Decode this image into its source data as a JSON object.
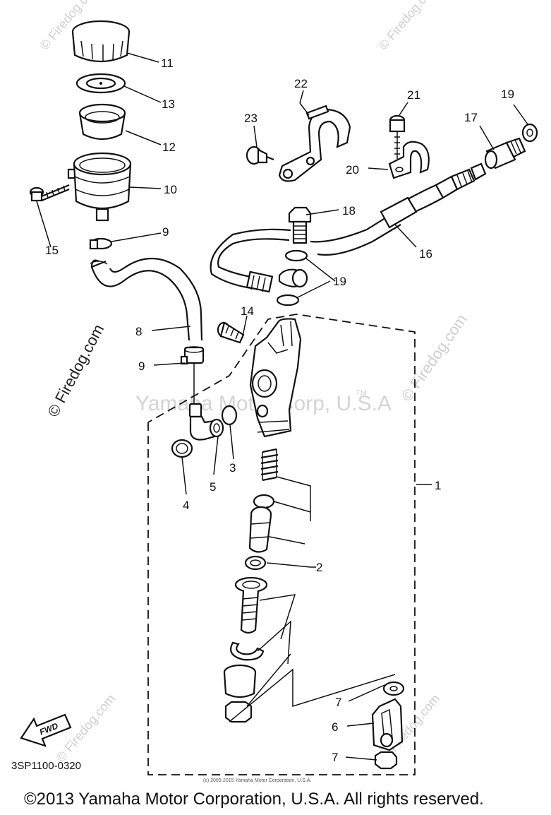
{
  "watermarks": {
    "center": "Yamaha Motor Corp, U.S.A",
    "tm": "TM",
    "corner": "© Firedog.com"
  },
  "labels": {
    "p1": "1",
    "p2": "2",
    "p3": "3",
    "p4": "4",
    "p5": "5",
    "p6": "6",
    "p7a": "7",
    "p7b": "7",
    "p8": "8",
    "p9a": "9",
    "p9b": "9",
    "p10": "10",
    "p11": "11",
    "p12": "12",
    "p13": "13",
    "p14": "14",
    "p15": "15",
    "p16": "16",
    "p17": "17",
    "p18": "18",
    "p19a": "19",
    "p19b": "19",
    "p20": "20",
    "p21": "21",
    "p22": "22",
    "p23": "23"
  },
  "fwd_label": "FWD",
  "diagram_code": "3SP1100-0320",
  "small_copyright": "(c) 2005-2015 Yamaha Motor Corporation, U.S.A.",
  "copyright": "©2013 Yamaha Motor Corporation, U.S.A. All rights reserved."
}
